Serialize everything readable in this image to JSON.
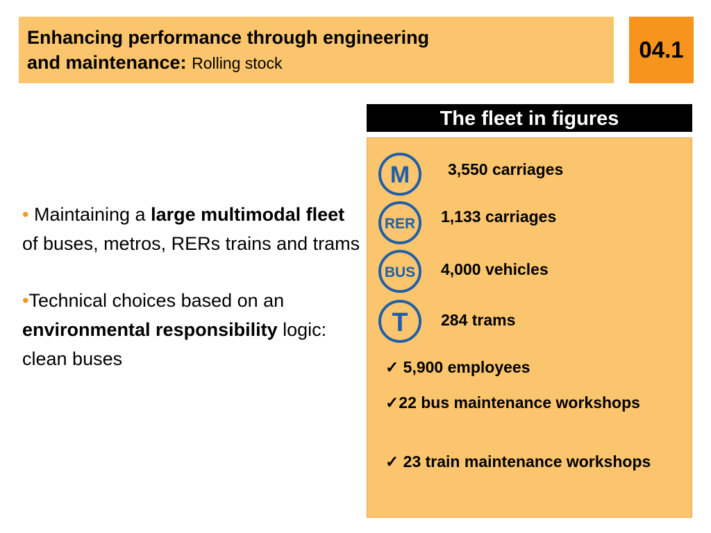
{
  "header": {
    "title_line1": "Enhancing performance through engineering",
    "title_line2_bold": "and maintenance:",
    "title_line2_sub": "Rolling stock",
    "section_number": "04.1"
  },
  "bullets": [
    {
      "marker": "•",
      "parts": [
        " Maintaining a ",
        "large multimodal fleet",
        " of buses, metros, RERs trains and trams"
      ]
    },
    {
      "marker": "•",
      "parts": [
        "Technical choices based on an ",
        "environmental responsibility",
        " logic: clean buses"
      ]
    }
  ],
  "fleet": {
    "header": "The fleet in figures",
    "items": [
      {
        "logo_text": "M",
        "icon": "metro-logo-icon",
        "figure": "3,550 carriages"
      },
      {
        "logo_text": "RER",
        "icon": "rer-logo-icon",
        "figure": "1,133 carriages"
      },
      {
        "logo_text": "BUS",
        "icon": "bus-logo-icon",
        "figure": "4,000 vehicles"
      },
      {
        "logo_text": "T",
        "icon": "tram-logo-icon",
        "figure": "284 trams"
      }
    ],
    "checks": [
      {
        "mark": "✓",
        "text": " 5,900 employees"
      },
      {
        "mark": "✓",
        "text": "22 bus maintenance workshops"
      },
      {
        "mark": "✓",
        "text": " 23 train maintenance workshops"
      }
    ]
  },
  "colors": {
    "panel": "#fbc56e",
    "accent": "#f7941d",
    "logo_blue": "#1f5fa8"
  }
}
